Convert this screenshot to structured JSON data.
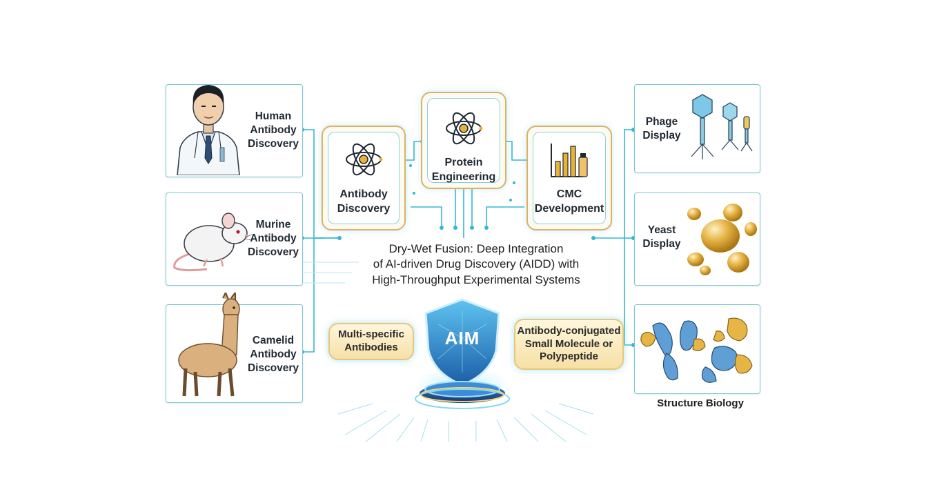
{
  "title_lines": "Dry-Wet Fusion: Deep Integration\nof AI-driven Drug Discovery (AIDD) with\nHigh-Throughput Experimental Systems",
  "left_sources": [
    {
      "label": "Human\nAntibody\nDiscovery",
      "icon": "scientist-icon"
    },
    {
      "label": "Murine\nAntibody\nDiscovery",
      "icon": "mouse-icon"
    },
    {
      "label": "Camelid\nAntibody\nDiscovery",
      "icon": "llama-icon"
    }
  ],
  "core_modules": [
    {
      "label": "Antibody\nDiscovery",
      "icon": "atom-icon"
    },
    {
      "label": "Protein\nEngineering",
      "icon": "atom-icon"
    },
    {
      "label": "CMC\nDevelopment",
      "icon": "bar-chart-vial-icon"
    }
  ],
  "right_platforms": [
    {
      "label": "Phage\nDisplay",
      "icon": "phage-icon"
    },
    {
      "label": "Yeast\nDisplay",
      "icon": "yeast-cells-icon"
    },
    {
      "label": "",
      "icon": "protein-structure-icon"
    }
  ],
  "structure_caption": "Structure Biology",
  "side_modalities": [
    {
      "label": "Multi-specific\nAntibodies"
    },
    {
      "label": "Antibody-conjugated\nSmall Molecule or\nPolypeptide"
    }
  ],
  "core_badge": "AIM",
  "colors": {
    "card_border": "#7fc4cf",
    "connector": "#29b6d6",
    "frame_gold": "#d9b267",
    "shield_blue": "#1f6fb5",
    "pill_fill": "#f6e0a6"
  }
}
